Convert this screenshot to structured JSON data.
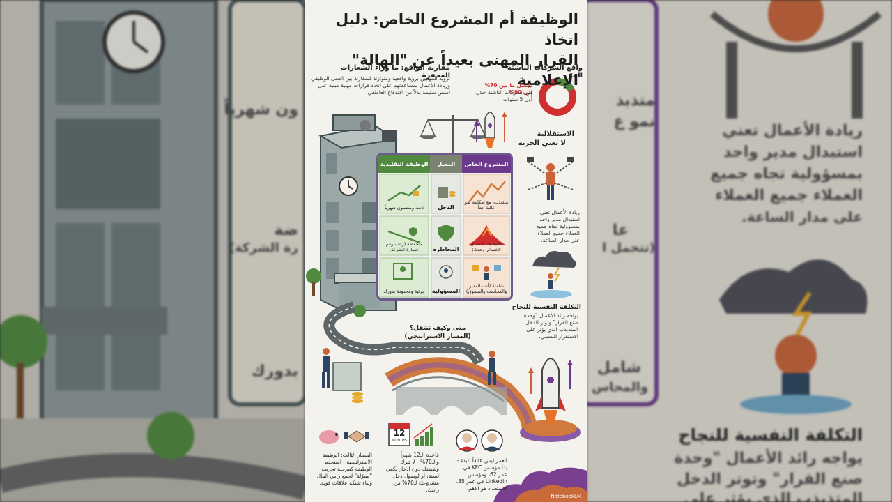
{
  "poster": {
    "title_line1": "الوظيفة أم المشروع الخاص: دليل اتخاذ",
    "title_line2": "القرار المهني بعيداً عن \"الهالة\" الإعلامية",
    "intro": {
      "heading": "مقارنة الواقع: ما وراء الشعارات المحفزة",
      "body": "تزويد المهنيين برؤية واقعية ومتوازنة للمقارنة بين العمل الوظيفي وريادة الأعمال لمساعدتهم على اتخاذ قرارات مهنية مبنية على أسس سليمة بدلاً من الاندفاع العاطفي"
    },
    "startups": {
      "heading": "واقع الشركات الناشئة المرّ",
      "highlight": "تفشل ما بين 70% إلى 90%",
      "body": "من الشركات الناشئة خلال أول 5 سنوات."
    },
    "independence": {
      "heading1": "الاستقلالية",
      "heading2": "لا تعني الحرية",
      "body": "ريادة الأعمال تعني استبدال مدير واحد بمسؤولية تجاه جميع العملاء جميع العملاء على مدار الساعة."
    },
    "psych": {
      "heading": "التكلفة النفسية للنجاح",
      "body": "يواجه رائد الأعمال \"وحدة صنع القرار\" وتوتر الدخل المتذبذب الذي يؤثر على الاستقرار النفسي."
    },
    "table": {
      "col_business": "المشروع الخاص",
      "col_criterion": "المعيار",
      "col_job": "الوظيفة التقليدية",
      "rows": [
        {
          "label": "الدخل",
          "business": "متذبذب، مع إمكانية نمو عالية جداً",
          "job": "ثابت ومضمون شهرياً"
        },
        {
          "label": "المخاطرة",
          "business": "عالية جداً (تتحمل الخسائر وحدك)",
          "job": "منخفضة (راتب رغم خسارة الشركة)"
        },
        {
          "label": "المسؤولية",
          "business": "شاملة (أنت المدير والمحاسب والمسوق)",
          "job": "جزئية ومحدودة بدورك"
        }
      ]
    },
    "path": {
      "line1": "متى وكيف تنتقل؟",
      "line2": "(المسار الاستراتيجي)"
    },
    "bottom": {
      "third": "المسار الثالث: الوظيفة الاستراتيجية - استخدم الوظيفة كمرحلة تجريب \"مموّلة\" لجمع رأس المال وبناء شبكة علاقات قوية.",
      "rule": "قاعدة الـ12 شهراً والـ70% - لا تترك وظيفتك دون ادخار يكفي لسنة، أو لوصول دخل مشروعك لـ70% من راتبك.",
      "age": "العمر ليس عائقاً للبدء - بدأ مؤسس KFC في عمر 62، ومؤسس Linkedin في عمر 35. الاستعداد هو الأهم.",
      "calendar_num": "12",
      "calendar_label": "MONTHS"
    },
    "watermark": "NotebookLM"
  },
  "background": {
    "left_text1": "ون شهرياً",
    "left_text2": "ضة",
    "left_text3": "رة الشركة)",
    "left_text4": "بدورك",
    "right_text1": "متذبذ",
    "right_text2": "نمو ع",
    "right_text3": "ريادة الأعمال تعني",
    "right_text4": "استبدال مدير واحد",
    "right_text5": "بمسؤولية تجاه جميع",
    "right_text6": "العملاء جميع العملاء",
    "right_text7": "على مدار الساعة.",
    "right_text8": "عا",
    "right_text9": "(تتحمل ا",
    "right_text10": "شامل",
    "right_text11": "والمحاس",
    "right_text12": "التكلفة النفسية للنجاح",
    "right_text13": "يواجه رائد الأعمال \"وحدة",
    "right_text14": "صنع القرار\" وتوتر الدخل",
    "right_text15": "المتذبذب الذي يؤثر على"
  },
  "colors": {
    "accent_purple": "#6b3a8c",
    "green_header": "#4f8a3f",
    "grey_header": "#7a8470",
    "danger_red": "#d12f2f"
  }
}
